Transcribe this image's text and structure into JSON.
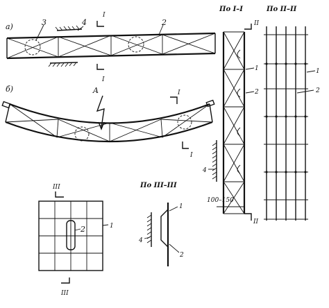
{
  "figure": {
    "part_a_label": "а)",
    "part_b_label": "б)",
    "callouts": {
      "c1": "1",
      "c2": "2",
      "c3": "3",
      "c4": "4"
    },
    "section_marks": {
      "s1": "I",
      "s3": "III"
    },
    "load_mark": "A",
    "view_titles": {
      "section_1": "По I–I",
      "section_2": "По II–II",
      "section_3": "По III–III"
    },
    "section_2_mark": "II",
    "dimension": "100–150"
  }
}
